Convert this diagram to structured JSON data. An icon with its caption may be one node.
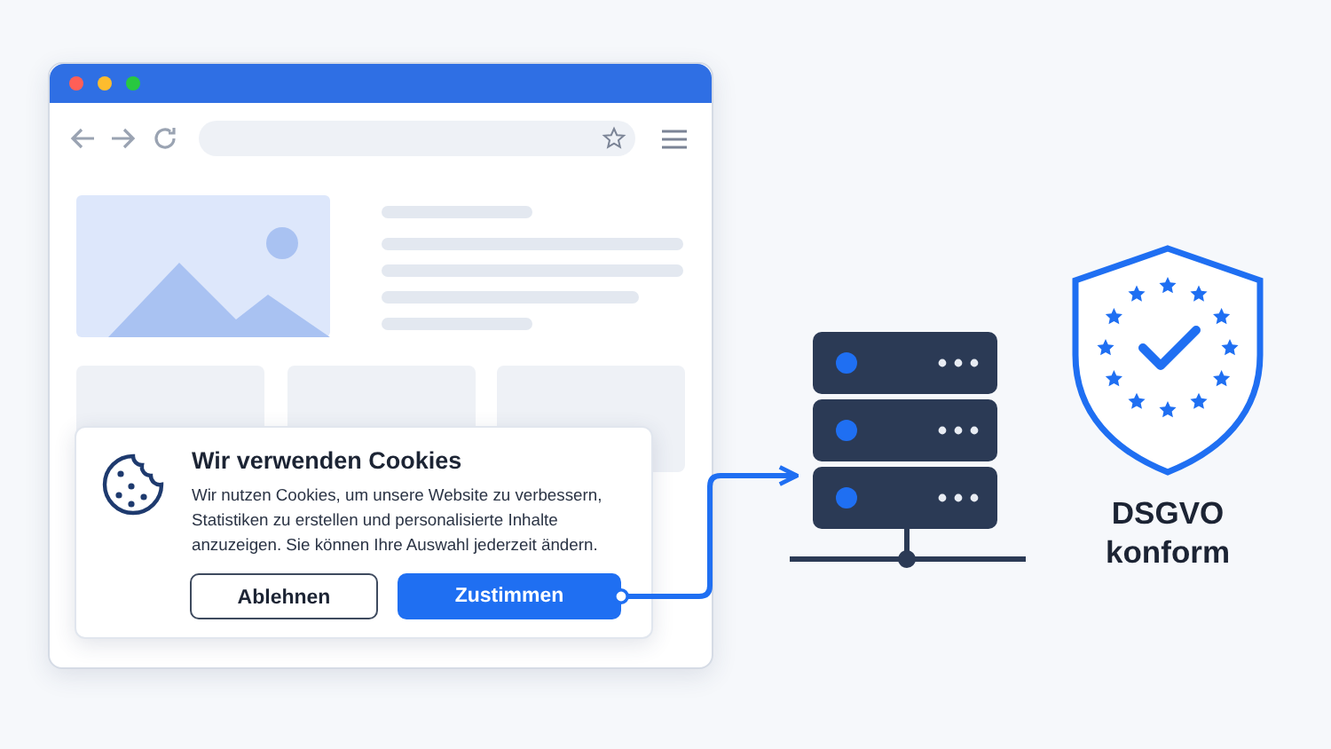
{
  "diagram": {
    "nodes": [
      {
        "text": [
          "Wir verwenden Cookies",
          "Wir nutzen Cookies, um unsere Website zu verbessern, Statistiken zu erstellen und personalisierte Inhalte anzuzeigen. Sie können Ihre Auswahl jederzeit ändern."
        ]
      },
      {
        "text": [
          "Ablehnen"
        ],
        "in": 0
      },
      {
        "text": [
          "Zustimmen"
        ],
        "in": 0
      },
      {
        "text": [],
        "shape": "server"
      }
    ],
    "edges": [
      {
        "from": 2,
        "to": 3,
        "arrow": "to"
      }
    ],
    "labels": [
      "DSGVO konform"
    ]
  }
}
